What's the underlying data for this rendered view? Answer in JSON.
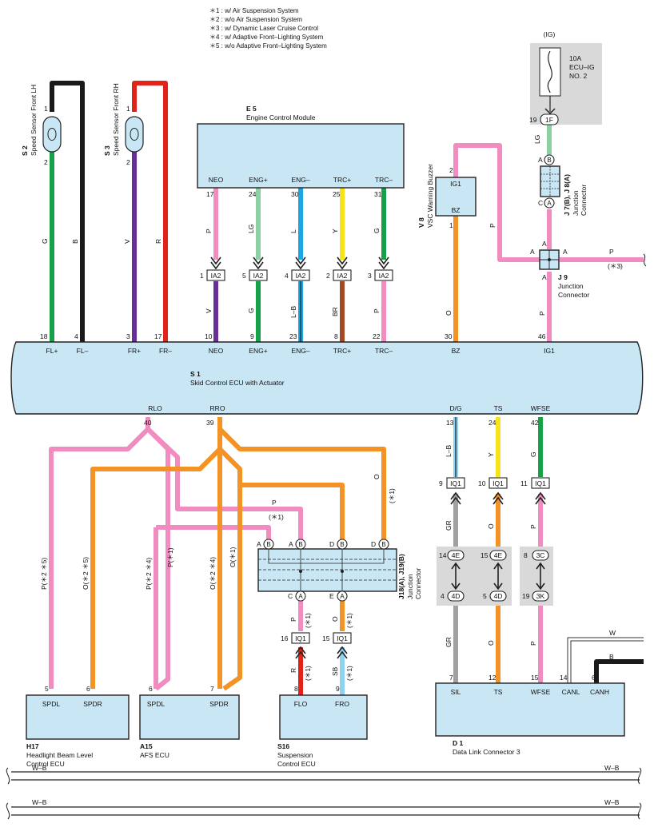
{
  "notes": [
    "＊1 : w/ Air Suspension System",
    "＊2 : w/o Air Suspension System",
    "＊3 : w/ Dynamic Laser Cruise Control",
    "＊4 : w/ Adaptive Front–Lighting System",
    "＊5 : w/o Adaptive Front–Lighting System"
  ],
  "fuse": {
    "supply": "(IG)",
    "l1": "10A",
    "l2": "ECU–IG",
    "l3": "NO. 2",
    "pin": "19",
    "conn": "1F",
    "wire": "LG"
  },
  "sensor_lh": {
    "code": "S 2",
    "name": "Speed Sensor Front LH",
    "p1": "1",
    "p2": "2",
    "w1": "G",
    "w2": "B"
  },
  "sensor_rh": {
    "code": "S 3",
    "name": "Speed Sensor Front RH",
    "p1": "1",
    "p2": "2",
    "w1": "V",
    "w2": "R"
  },
  "ecm": {
    "code": "E 5",
    "name": "Engine Control Module",
    "terms": [
      "NEO",
      "ENG+",
      "ENG–",
      "TRC+",
      "TRC–"
    ],
    "pins": [
      "17",
      "24",
      "30",
      "25",
      "31"
    ],
    "wires_top": [
      "P",
      "LG",
      "L",
      "Y",
      "G"
    ],
    "ia_pins": [
      "1",
      "5",
      "4",
      "2",
      "3"
    ],
    "ia": "IA2",
    "wires_bot": [
      "V",
      "G",
      "L–B",
      "BR",
      "P"
    ],
    "ecu_pins": [
      "10",
      "9",
      "23",
      "8",
      "22"
    ]
  },
  "buzzer": {
    "code": "V 8",
    "name": "VSC Warning Buzzer",
    "t1": "IG1",
    "t2": "BZ",
    "p2": "2",
    "p1": "1",
    "wire_o": "O",
    "wire_p": "P"
  },
  "jconn_j7": {
    "code": "J 7(B), J 8(A)",
    "name1": "Junction",
    "name2": "Connector",
    "a": "A",
    "b": "B",
    "c": "C",
    "cb": "B",
    "ca": "A"
  },
  "jconn_j9": {
    "code": "J 9",
    "name1": "Junction",
    "name2": "Connector",
    "a": "A",
    "wire_p": "P",
    "note3": "(＊3)"
  },
  "skid": {
    "code": "S 1",
    "name": "Skid Control ECU with Actuator",
    "top_terms": [
      "FL+",
      "FL–",
      "FR+",
      "FR–",
      "NEO",
      "ENG+",
      "ENG–",
      "TRC+",
      "TRC–",
      "BZ",
      "IG1"
    ],
    "top_pins": [
      "18",
      "4",
      "3",
      "17",
      "10",
      "9",
      "23",
      "8",
      "22",
      "30",
      "46"
    ],
    "bot_terms": [
      "RLO",
      "RRO",
      "D/G",
      "TS",
      "WFSE"
    ],
    "bot_pins": [
      "40",
      "39",
      "13",
      "24",
      "42"
    ]
  },
  "diag": {
    "wires_top": [
      "L–B",
      "Y",
      "G"
    ],
    "iq_pins": [
      "9",
      "10",
      "11"
    ],
    "iq": "IQ1",
    "wires_mid": [
      "GR",
      "O",
      "P"
    ],
    "upper_pins": [
      "14",
      "15",
      "8"
    ],
    "upper_conn": [
      "4E",
      "4E",
      "3C"
    ],
    "lower_pins": [
      "4",
      "5",
      "19"
    ],
    "lower_conn": [
      "4D",
      "4D",
      "3K"
    ],
    "wires_bot": [
      "GR",
      "O",
      "P"
    ]
  },
  "dlc": {
    "code": "D 1",
    "name": "Data Link Connector 3",
    "terms": [
      "SIL",
      "TS",
      "WFSE",
      "CANL",
      "CANH"
    ],
    "pins": [
      "7",
      "12",
      "15",
      "14",
      "6"
    ],
    "w": "W",
    "b": "B"
  },
  "j18": {
    "code": "J18(A), J19(B)",
    "name1": "Junction",
    "name2": "Connector",
    "top": [
      "A",
      "B",
      "A",
      "B",
      "D",
      "B",
      "D",
      "B"
    ],
    "bot": [
      "C",
      "A",
      "E",
      "A"
    ],
    "wire_p": "P",
    "note_p": "(＊1)",
    "wire_o": "O",
    "note_o": "(＊1)"
  },
  "susp": {
    "code": "S16",
    "name1": "Suspension",
    "name2": "Control ECU",
    "terms": [
      "FLO",
      "FRO"
    ],
    "pins": [
      "8",
      "9"
    ],
    "iq_pins": [
      "16",
      "15"
    ],
    "iq": "IQ1",
    "w_top": [
      "P",
      "O"
    ],
    "w_bot": [
      "R",
      "SB"
    ],
    "note": "(＊1)"
  },
  "hlbl": {
    "code": "H17",
    "name1": "Headlight Beam Level",
    "name2": "Control ECU",
    "terms": [
      "SPDL",
      "SPDR"
    ],
    "pins": [
      "5",
      "6"
    ],
    "wires": [
      "P(＊2 ＊5)",
      "O(＊2 ＊5)"
    ]
  },
  "afs": {
    "code": "A15",
    "name": "AFS ECU",
    "terms": [
      "SPDL",
      "SPDR"
    ],
    "pins": [
      "6",
      "7"
    ],
    "wires": [
      "P(＊2 ＊4)",
      "P(＊1)",
      "O(＊2 ＊4)",
      "O(＊1)"
    ]
  },
  "ground": {
    "label": "W–B"
  },
  "colors": {
    "pink": "#f08cc0",
    "orange": "#f39325",
    "green": "#16a048",
    "lightgreen": "#8dd0a3",
    "blue": "#1ba6e0",
    "yellow": "#f8e21a",
    "brown": "#a14a23",
    "purple": "#6a2f96",
    "red": "#e2231a",
    "black": "#1a1a1a",
    "gray": "#a0a0a0",
    "skyblue": "#8fd2f0",
    "box": "#c9e6f5"
  }
}
